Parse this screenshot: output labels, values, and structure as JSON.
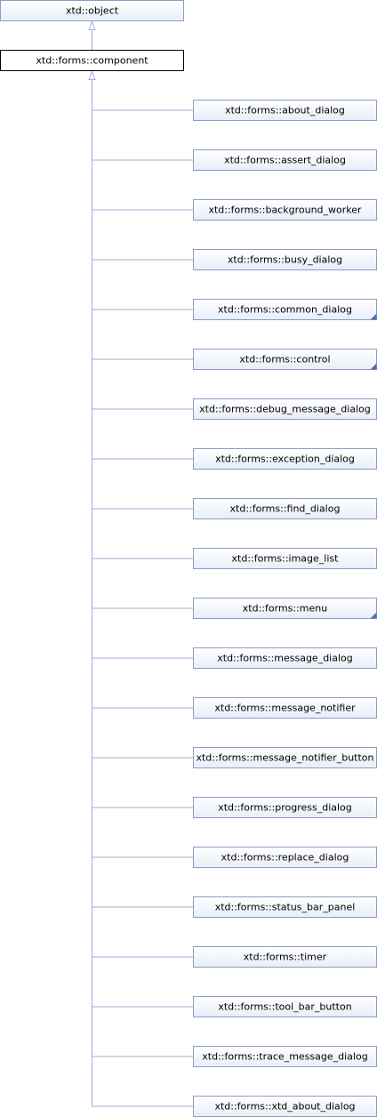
{
  "diagram": {
    "root": {
      "label": "xtd::object"
    },
    "current": {
      "label": "xtd::forms::component"
    },
    "children": [
      {
        "label": "xtd::forms::about_dialog",
        "has_more": false
      },
      {
        "label": "xtd::forms::assert_dialog",
        "has_more": false
      },
      {
        "label": "xtd::forms::background_worker",
        "has_more": false
      },
      {
        "label": "xtd::forms::busy_dialog",
        "has_more": false
      },
      {
        "label": "xtd::forms::common_dialog",
        "has_more": true
      },
      {
        "label": "xtd::forms::control",
        "has_more": true
      },
      {
        "label": "xtd::forms::debug_message_dialog",
        "has_more": false
      },
      {
        "label": "xtd::forms::exception_dialog",
        "has_more": false
      },
      {
        "label": "xtd::forms::find_dialog",
        "has_more": false
      },
      {
        "label": "xtd::forms::image_list",
        "has_more": false
      },
      {
        "label": "xtd::forms::menu",
        "has_more": true
      },
      {
        "label": "xtd::forms::message_dialog",
        "has_more": false
      },
      {
        "label": "xtd::forms::message_notifier",
        "has_more": false
      },
      {
        "label": "xtd::forms::message_notifier_button",
        "has_more": false
      },
      {
        "label": "xtd::forms::progress_dialog",
        "has_more": false
      },
      {
        "label": "xtd::forms::replace_dialog",
        "has_more": false
      },
      {
        "label": "xtd::forms::status_bar_panel",
        "has_more": false
      },
      {
        "label": "xtd::forms::timer",
        "has_more": false
      },
      {
        "label": "xtd::forms::tool_bar_button",
        "has_more": false
      },
      {
        "label": "xtd::forms::trace_message_dialog",
        "has_more": false
      },
      {
        "label": "xtd::forms::xtd_about_dialog",
        "has_more": false
      }
    ],
    "colors": {
      "node_fill_top": "#ffffff",
      "node_fill_bottom": "#e8edf7",
      "node_border": "#8c9cc4",
      "current_border": "#000000",
      "edge": "#9ab0d6",
      "more_marker": "#4f6fa8"
    }
  }
}
